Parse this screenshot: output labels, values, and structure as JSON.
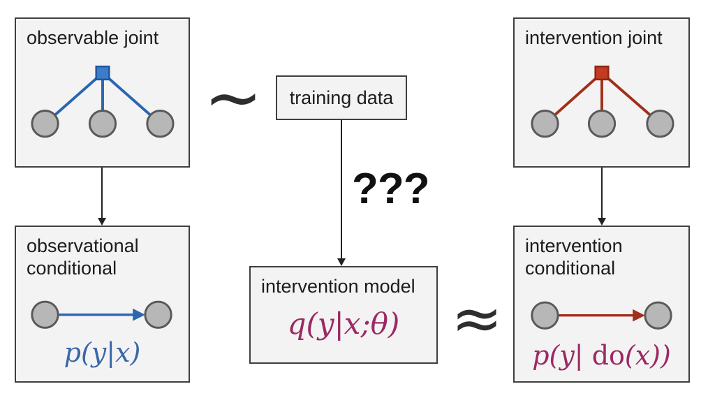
{
  "colors": {
    "page_bg": "#ffffff",
    "box_fill": "#f3f3f3",
    "box_border": "#3f3f3f",
    "node_fill": "#b7b7b7",
    "node_stroke": "#595959",
    "blue_line": "#2b66b1",
    "blue_square_fill": "#3d7cc9",
    "blue_square_stroke": "#1b55a0",
    "red_line": "#a12f1c",
    "red_square_fill": "#c23b22",
    "red_square_stroke": "#8f2413",
    "formula_blue": "#3a67a8",
    "formula_magenta": "#9c2963",
    "connector": "#222222",
    "text": "#1c1c1c",
    "symbol": "#2e2e2e"
  },
  "boxes": {
    "observable_joint": {
      "title": "observable joint"
    },
    "training_data": {
      "title": "training data"
    },
    "intervention_joint": {
      "title": "intervention joint"
    },
    "observational_conditional": {
      "title": "observational conditional",
      "formula": "p(y|x)"
    },
    "intervention_model": {
      "title": "intervention model",
      "formula": "q(y|x;θ)"
    },
    "intervention_conditional": {
      "title": "intervention conditional",
      "formula_prefix": "p(y| ",
      "formula_do": "do",
      "formula_suffix": "(x))"
    }
  },
  "symbols": {
    "sampled_from": "∼",
    "unknown": "???",
    "approx": "≈"
  }
}
